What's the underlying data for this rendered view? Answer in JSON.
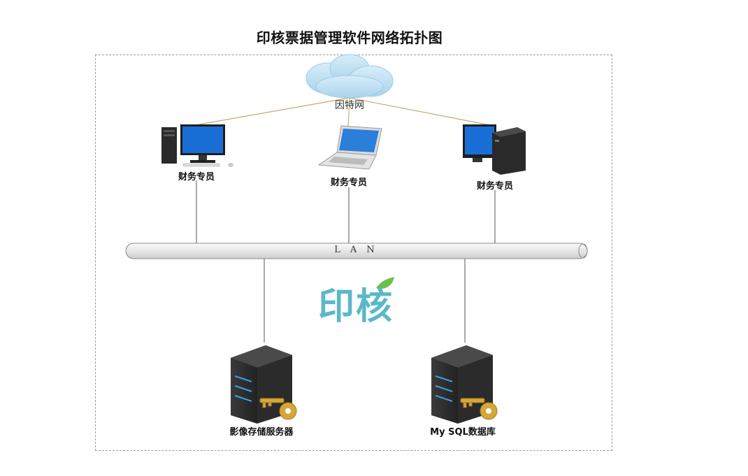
{
  "diagram": {
    "title": "印核票据管理软件网络拓扑图",
    "cloud_label": "因特网",
    "lan_label": "LAN",
    "brand": "印核",
    "clients": [
      {
        "label": "财务专员",
        "icon": "desktop-computer-icon"
      },
      {
        "label": "财务专员",
        "icon": "laptop-icon"
      },
      {
        "label": "财务专员",
        "icon": "desktop-computer-icon"
      }
    ],
    "servers": [
      {
        "label": "影像存储服务器",
        "icon": "server-key-icon"
      },
      {
        "label": "My SQL数据库",
        "icon": "server-key-icon"
      }
    ],
    "colors": {
      "cloud": "#bfe0f2",
      "internet_link": "#c8a868",
      "lan_link": "#555555",
      "brand": "#5bb8c8",
      "leaf": "#6cc04a",
      "monitor_screen": "#1a6fd6",
      "server_body": "#2b2b2b",
      "key": "#d4a838"
    }
  }
}
